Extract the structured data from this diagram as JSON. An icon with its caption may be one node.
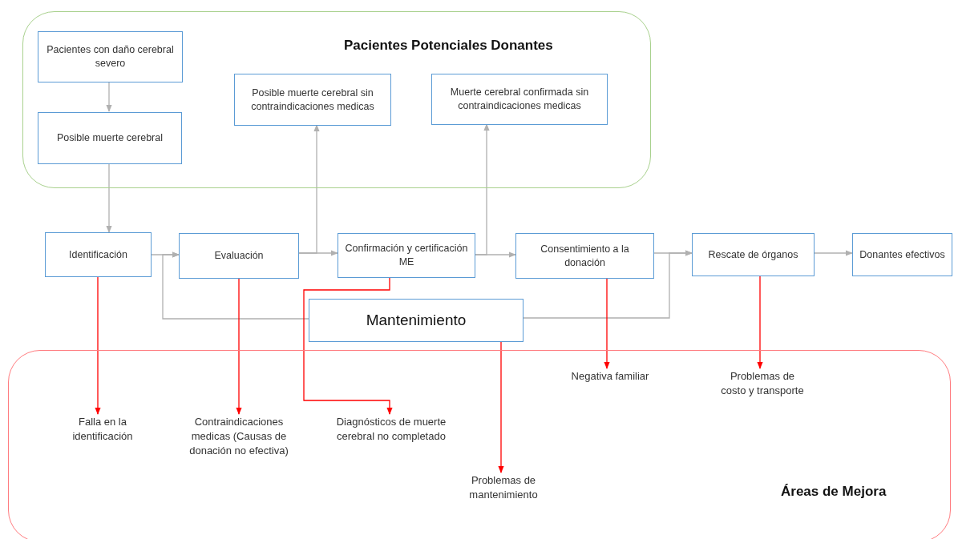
{
  "diagram": {
    "nodes": [
      {
        "text": [
          "Pacientes Potenciales Donantes"
        ]
      },
      {
        "text": [
          "Pacientes con daño cerebral severo"
        ],
        "in": 0
      },
      {
        "text": [
          "Posible muerte cerebral"
        ],
        "in": 0
      },
      {
        "text": [
          "Posible muerte cerebral sin contraindicaciones medicas"
        ],
        "in": 0
      },
      {
        "text": [
          "Muerte cerebral confirmada sin contraindicaciones medicas"
        ],
        "in": 0
      },
      {
        "text": [
          "Identificación"
        ]
      },
      {
        "text": [
          "Evaluación"
        ]
      },
      {
        "text": [
          "Confirmación y certificación ME"
        ]
      },
      {
        "text": [
          "Consentimiento a la donación"
        ]
      },
      {
        "text": [
          "Rescate de órganos"
        ]
      },
      {
        "text": [
          "Donantes efectivos"
        ]
      },
      {
        "text": [
          "Mantenimiento"
        ]
      },
      {
        "text": [
          "Áreas de Mejora"
        ]
      },
      {
        "text": [
          "Falla en la identificación"
        ],
        "in": 12
      },
      {
        "text": [
          "Contraindicaciones medicas (Causas de donación no efectiva)"
        ],
        "in": 12
      },
      {
        "text": [
          "Diagnósticos de muerte cerebral no completado"
        ],
        "in": 12
      },
      {
        "text": [
          "Problemas de mantenimiento"
        ],
        "in": 12
      },
      {
        "text": [
          "Negativa familiar"
        ],
        "in": 12
      },
      {
        "text": [
          "Problemas de costo y transporte"
        ],
        "in": 12
      }
    ],
    "edges": [
      {
        "from": 1,
        "to": 2,
        "arrow": "to"
      },
      {
        "from": 2,
        "to": 5,
        "arrow": "to"
      },
      {
        "from": 5,
        "to": 6,
        "arrow": "to"
      },
      {
        "from": 6,
        "to": 7,
        "arrow": "to"
      },
      {
        "from": 6,
        "to": 3,
        "arrow": "to"
      },
      {
        "from": 7,
        "to": 4,
        "arrow": "to"
      },
      {
        "from": 7,
        "to": 8,
        "arrow": "to"
      },
      {
        "from": 8,
        "to": 9,
        "arrow": "to"
      },
      {
        "from": 9,
        "to": 10,
        "arrow": "to"
      },
      {
        "from": 11,
        "to": 6,
        "arrow": "to"
      },
      {
        "from": 11,
        "to": 9,
        "arrow": "to"
      },
      {
        "from": 5,
        "to": 13,
        "arrow": "to",
        "color": "#ff0000"
      },
      {
        "from": 6,
        "to": 14,
        "arrow": "to",
        "color": "#ff0000"
      },
      {
        "from": 7,
        "to": 15,
        "arrow": "to",
        "color": "#ff0000"
      },
      {
        "from": 11,
        "to": 16,
        "arrow": "to",
        "color": "#ff0000"
      },
      {
        "from": 8,
        "to": 17,
        "arrow": "to",
        "color": "#ff0000"
      },
      {
        "from": 9,
        "to": 18,
        "arrow": "to",
        "color": "#ff0000"
      }
    ]
  }
}
